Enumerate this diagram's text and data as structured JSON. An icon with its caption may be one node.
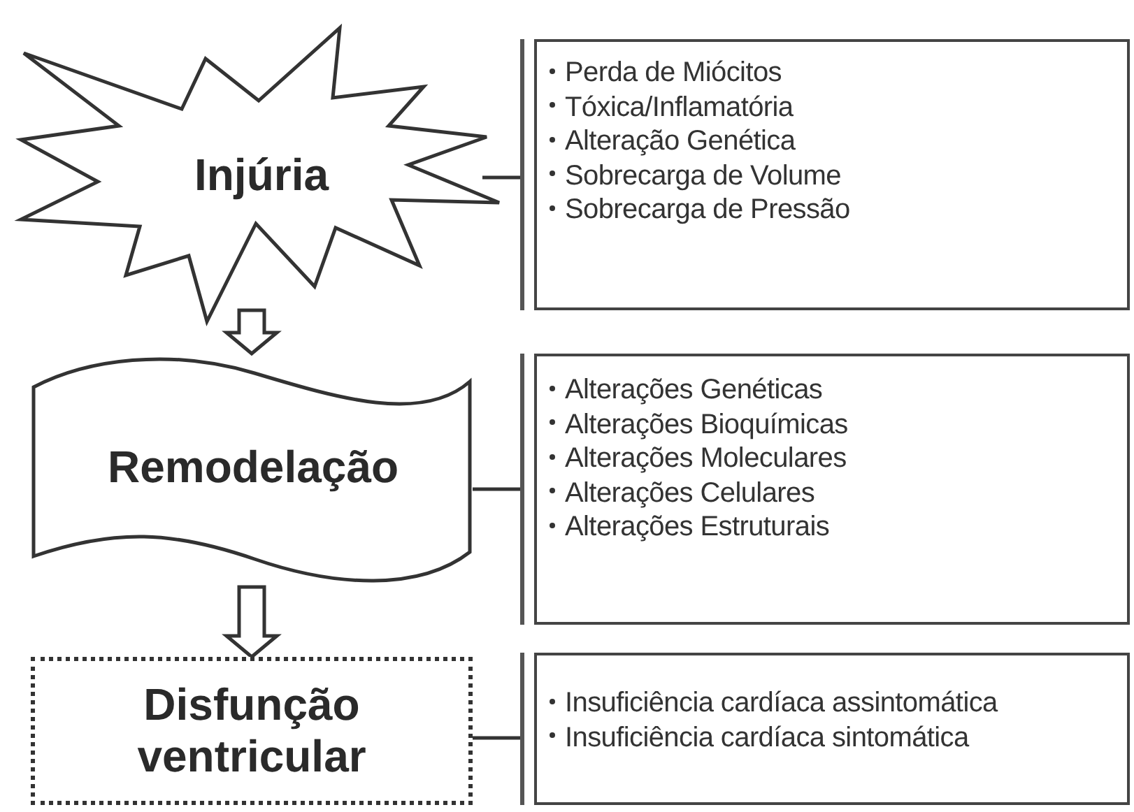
{
  "diagram": {
    "nodes": [
      {
        "text": [
          "Injúria"
        ]
      },
      {
        "text": [
          "Perda de Miócitos",
          "Tóxica/Inflamatória",
          "Alteração Genética",
          "Sobrecarga de Volume",
          "Sobrecarga de Pressão"
        ]
      },
      {
        "text": [
          "Remodelação"
        ]
      },
      {
        "text": [
          "Alterações Genéticas",
          "Alterações Bioquímicas",
          "Alterações Moleculares",
          "Alterações Celulares",
          "Alterações Estruturais"
        ]
      },
      {
        "text": [
          "Disfunção ventricular"
        ]
      },
      {
        "text": [
          "Insuficiência cardíaca assintomática",
          "Insuficiência cardíaca sintomática"
        ]
      }
    ],
    "edges": [
      {
        "from": 0,
        "to": 1,
        "arrow": "none"
      },
      {
        "from": 0,
        "to": 2,
        "arrow": "to"
      },
      {
        "from": 2,
        "to": 3,
        "arrow": "none"
      },
      {
        "from": 2,
        "to": 4,
        "arrow": "to"
      },
      {
        "from": 4,
        "to": 5,
        "arrow": "none"
      }
    ]
  }
}
